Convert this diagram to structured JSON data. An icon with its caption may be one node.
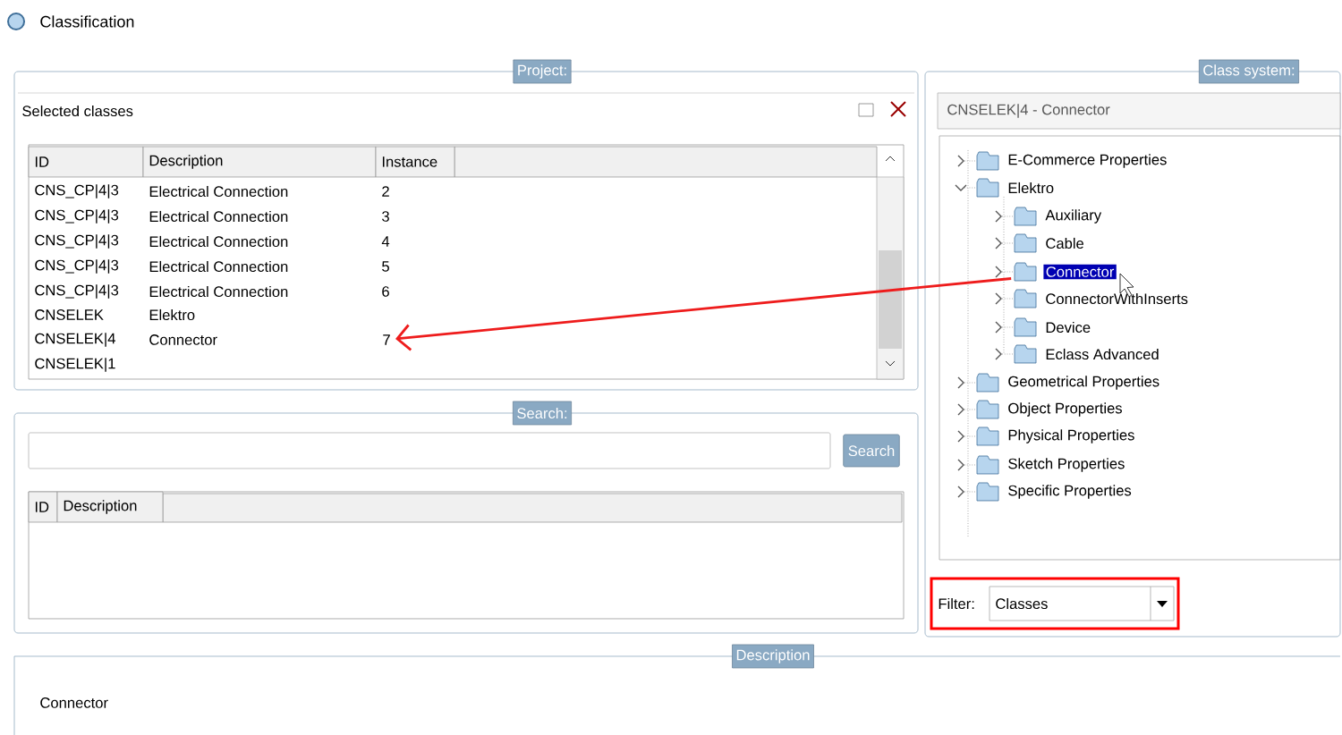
{
  "diagram": {
    "nodes": [
      {
        "text": [
          "Connector"
        ]
      },
      {
        "text": [
          "7"
        ]
      },
      {
        "text": [
          "Filter:",
          "Classes"
        ]
      }
    ],
    "edges": [
      {
        "from": 0,
        "to": 1,
        "arrow": "to",
        "color": "#ee1c1c"
      }
    ],
    "labels": [
      "Classification",
      "Project:",
      "Selected classes",
      "ID",
      "Description",
      "Instance",
      "CNS_CP|4|3",
      "Electrical Connection",
      "2",
      "CNS_CP|4|3",
      "Electrical Connection",
      "3",
      "CNS_CP|4|3",
      "Electrical Connection",
      "4",
      "CNS_CP|4|3",
      "Electrical Connection",
      "5",
      "CNS_CP|4|3",
      "Electrical Connection",
      "6",
      "CNSELEK",
      "Elektro",
      "CNSELEK|4",
      "Connector",
      "CNSELEK|1",
      "Search:",
      "Search",
      "ID",
      "Description",
      "Description",
      "Connector",
      "Class system:",
      "CNSELEK|4 - Connector",
      "E-Commerce Properties",
      "Elektro",
      "Auxiliary",
      "Cable",
      "ConnectorWithInserts",
      "Device",
      "Eclass Advanced",
      "Geometrical Properties",
      "Object Properties",
      "Physical Properties",
      "Sketch Properties",
      "Specific Properties"
    ]
  }
}
